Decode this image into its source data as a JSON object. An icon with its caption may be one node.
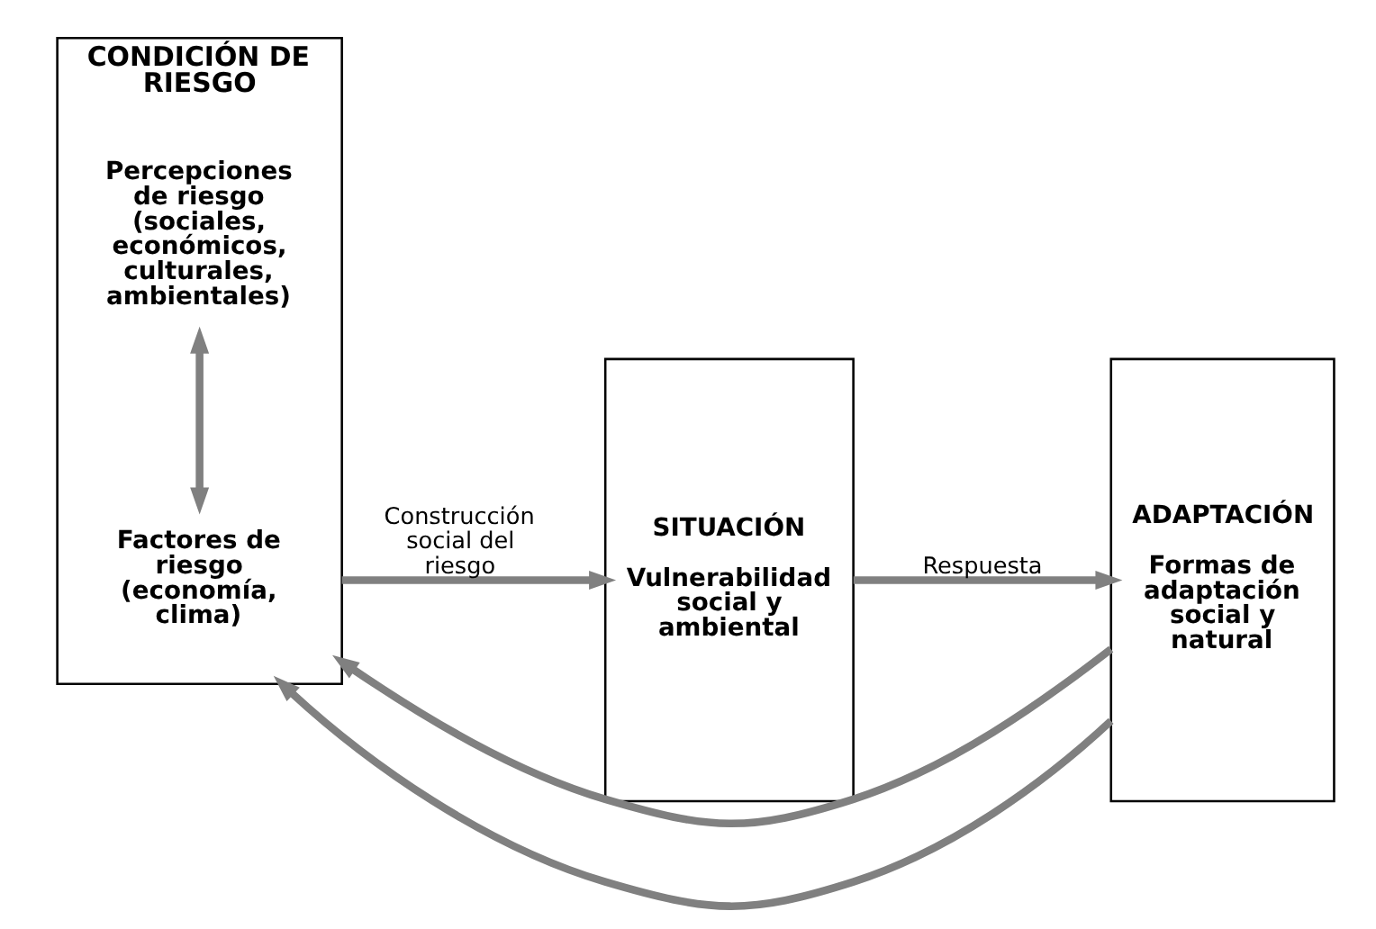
{
  "diagram": {
    "nodes": [
      {
        "text": [
          "CONDICIÓN DE RIESGO"
        ]
      },
      {
        "text": [
          "Factores de riesgo (economía, clima)"
        ],
        "in": 0
      },
      {
        "text": [
          "Percepciones de riesgo (sociales, económicos, culturales, ambientales)"
        ],
        "in": 0
      },
      {
        "text": [
          "SITUACIÓN",
          "Vulnerabilidad social y ambiental"
        ]
      },
      {
        "text": [
          "ADAPTACIÓN",
          "Formas de adaptación social y natural"
        ]
      }
    ],
    "edges": [
      {
        "from": 1,
        "to": 2,
        "arrow": "both"
      },
      {
        "from": 0,
        "to": 3,
        "arrow": "to",
        "label": "Construcción social del riesgo"
      },
      {
        "from": 3,
        "to": 4,
        "arrow": "to",
        "label": "Respuesta"
      },
      {
        "from": 4,
        "to": 0,
        "arrow": "to"
      },
      {
        "from": 4,
        "to": 0,
        "arrow": "to"
      }
    ]
  }
}
